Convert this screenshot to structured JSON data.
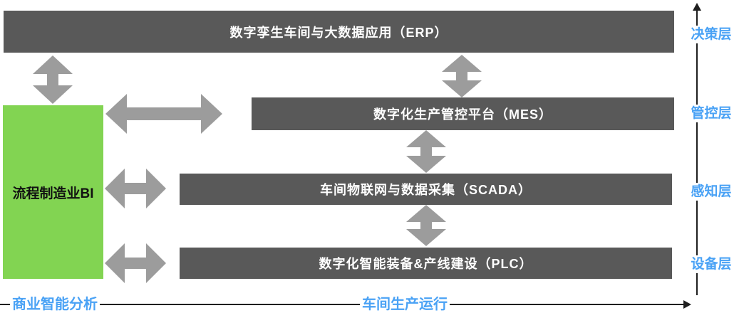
{
  "layers": [
    {
      "label": "数字孪生车间与大数据应用（ERP）",
      "level": "决策层"
    },
    {
      "label": "数字化生产管控平台（MES）",
      "level": "管控层"
    },
    {
      "label": "车间物联网与数据采集（SCADA）",
      "level": "感知层"
    },
    {
      "label": "数字化智能装备&产线建设（PLC）",
      "level": "设备层"
    }
  ],
  "bi_box": {
    "label": "流程制造业BI"
  },
  "bottom_axis": {
    "left_label": "商业智能分析",
    "center_label": "车间生产运行"
  },
  "colors": {
    "layer_bar": "#595959",
    "arrow_gray": "#9c9c9c",
    "bi_green": "#82d452",
    "label_blue": "#4aa2f5",
    "axis_black": "#1f1f1f"
  }
}
